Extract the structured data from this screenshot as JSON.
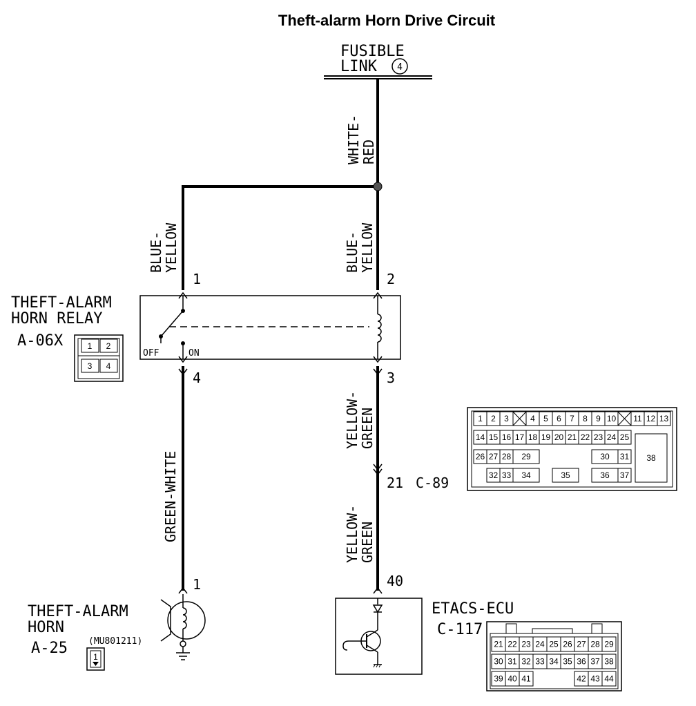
{
  "title": "Theft-alarm Horn Drive Circuit",
  "fusible_link": {
    "line1": "FUSIBLE",
    "line2": "LINK",
    "number": "4"
  },
  "wires": {
    "top": [
      "WHITE-",
      "RED"
    ],
    "left_upper": [
      "BLUE-",
      "YELLOW"
    ],
    "right_upper": [
      "BLUE-",
      "YELLOW"
    ],
    "left_lower": "GREEN-WHITE",
    "right_mid": [
      "YELLOW-",
      "GREEN"
    ],
    "right_lower": [
      "YELLOW-",
      "GREEN"
    ]
  },
  "relay": {
    "name_line1": "THEFT-ALARM",
    "name_line2": "HORN RELAY",
    "code": "A-06X",
    "off_label": "OFF",
    "on_label": "ON",
    "pins": [
      "1",
      "2",
      "3",
      "4"
    ],
    "connector_pins": [
      "1",
      "2",
      "3",
      "4"
    ]
  },
  "horn": {
    "name_line1": "THEFT-ALARM",
    "name_line2": "HORN",
    "code": "A-25",
    "part_no": "(MU801211)",
    "pin": "1",
    "connector_pin": "1"
  },
  "intermediate": {
    "pin": "21",
    "connector": "C-89"
  },
  "ecu": {
    "name": "ETACS-ECU",
    "code": "C-117",
    "pin": "40"
  },
  "c89_grid": {
    "row1": [
      "1",
      "2",
      "3",
      "4",
      "5",
      "6",
      "7",
      "8",
      "9",
      "10",
      "11",
      "12",
      "13"
    ],
    "row2": [
      "14",
      "15",
      "16",
      "17",
      "18",
      "19",
      "20",
      "21",
      "22",
      "23",
      "24",
      "25"
    ],
    "row3": [
      "26",
      "27",
      "28",
      "29",
      "30",
      "31",
      "38"
    ],
    "row4": [
      "32",
      "33",
      "34",
      "35",
      "36",
      "37"
    ]
  },
  "c117_grid": {
    "row1": [
      "21",
      "22",
      "23",
      "24",
      "25",
      "26",
      "27",
      "28",
      "29"
    ],
    "row2": [
      "30",
      "31",
      "32",
      "33",
      "34",
      "35",
      "36",
      "37",
      "38"
    ],
    "row3": [
      "39",
      "40",
      "41",
      "42",
      "43",
      "44"
    ]
  }
}
